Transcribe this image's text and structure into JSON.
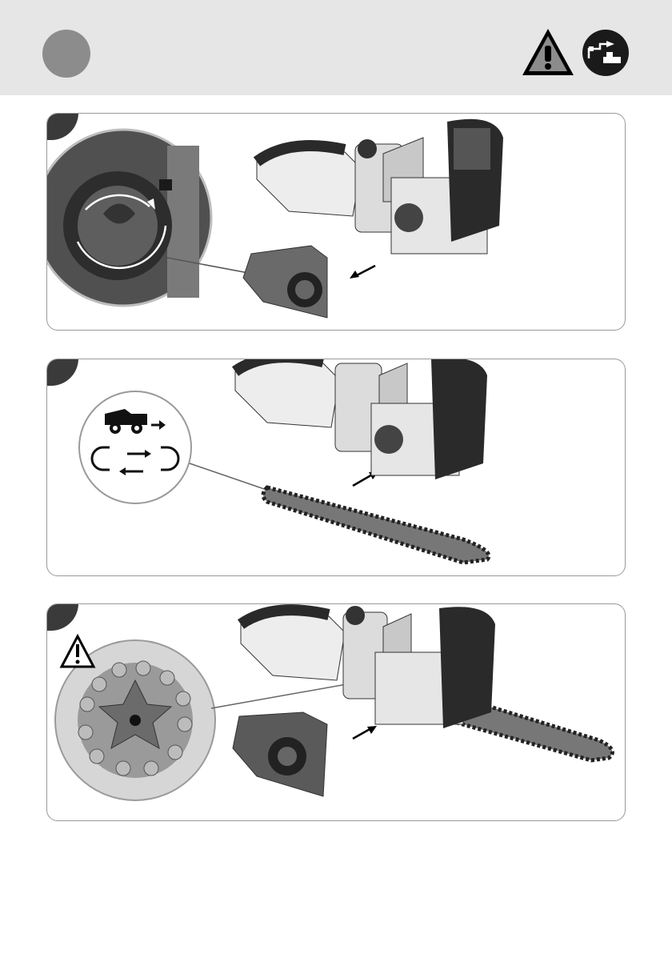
{
  "header": {
    "step_marker": "",
    "icons": [
      "warning-triangle-icon",
      "disconnect-power-icon"
    ]
  },
  "panels": [
    {
      "id": "panel-1",
      "marker": ""
    },
    {
      "id": "panel-2",
      "marker": ""
    },
    {
      "id": "panel-3",
      "marker": ""
    }
  ]
}
